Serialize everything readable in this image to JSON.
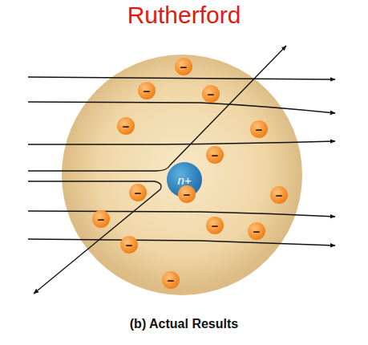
{
  "diagram": {
    "title": "Rutherford",
    "caption": "(b) Actual Results",
    "nodes": [
      {
        "text": [
          "−"
        ]
      },
      {
        "text": [
          "−"
        ]
      },
      {
        "text": [
          "−"
        ]
      },
      {
        "text": [
          "−"
        ]
      },
      {
        "text": [
          "−"
        ]
      },
      {
        "text": [
          "−"
        ]
      },
      {
        "text": [
          "n+"
        ]
      },
      {
        "text": [
          "−"
        ]
      },
      {
        "text": [
          "−"
        ]
      },
      {
        "text": [
          "−"
        ]
      },
      {
        "text": [
          "−"
        ]
      },
      {
        "text": [
          "−"
        ]
      },
      {
        "text": [
          "−"
        ]
      },
      {
        "text": [
          "−"
        ]
      },
      {
        "text": [
          "−"
        ]
      }
    ]
  }
}
